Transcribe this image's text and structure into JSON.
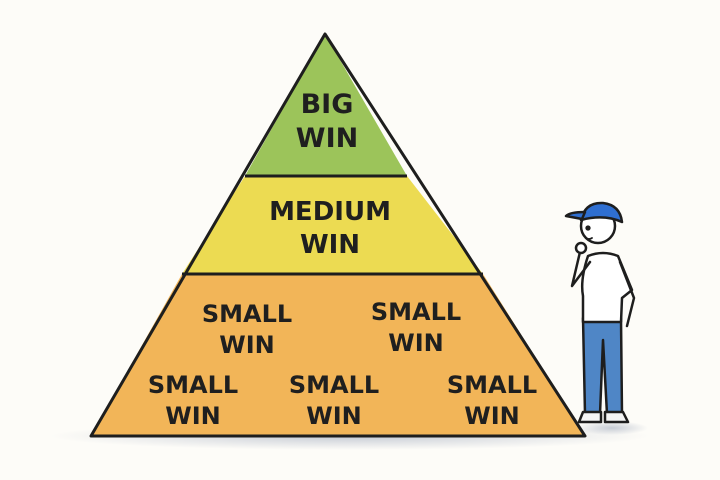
{
  "pyramid": {
    "top": {
      "line1": "BIG",
      "line2": "WIN",
      "color": "#9cc45a"
    },
    "middle": {
      "line1": "MEDIUM",
      "line2": "WIN",
      "color": "#ecdb52"
    },
    "bottom": {
      "color": "#f2b558",
      "items": [
        {
          "line1": "SMALL",
          "line2": "WIN"
        },
        {
          "line1": "SMALL",
          "line2": "WIN"
        },
        {
          "line1": "SMALL",
          "line2": "WIN"
        },
        {
          "line1": "SMALL",
          "line2": "WIN"
        },
        {
          "line1": "SMALL",
          "line2": "WIN"
        }
      ]
    }
  },
  "figure": {
    "cap_color": "#2f6fd1",
    "pants_color": "#4f86c6"
  }
}
